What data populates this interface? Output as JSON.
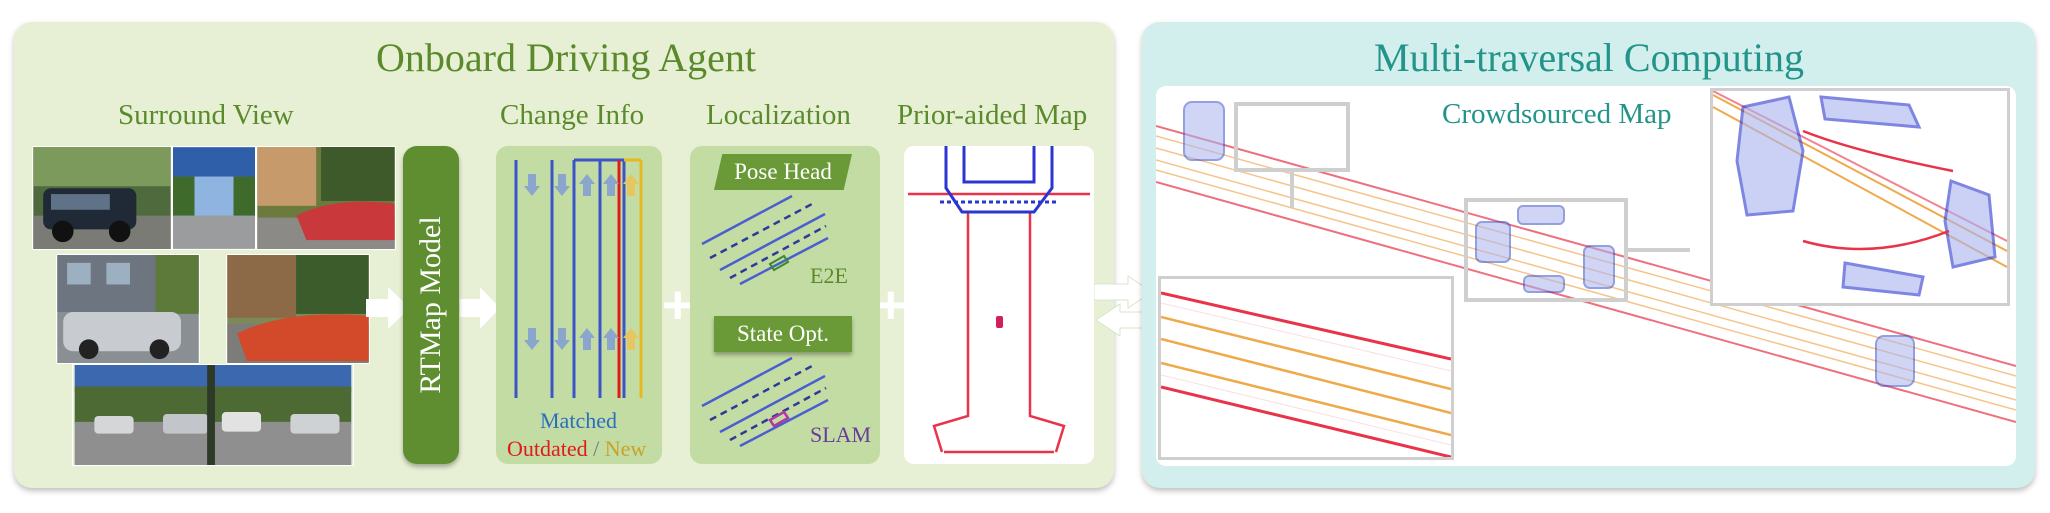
{
  "left_panel": {
    "title": "Onboard Driving Agent",
    "surround_view_label": "Surround View",
    "model_label": "RTMap Model",
    "change_info": {
      "title": "Change Info",
      "matched": "Matched",
      "outdated": "Outdated",
      "separator": " / ",
      "new": "New"
    },
    "localization": {
      "title": "Localization",
      "pose_head": "Pose Head",
      "e2e": "E2E",
      "state_opt": "State Opt.",
      "slam": "SLAM"
    },
    "prior_map_label": "Prior-aided Map",
    "plus": "+"
  },
  "right_panel": {
    "title": "Multi-traversal Computing",
    "map_label": "Crowdsourced Map"
  },
  "colors": {
    "left_title": "#5a8a2b",
    "right_title": "#22948a",
    "matched": "#2a6fbf",
    "outdated": "#e01b1b",
    "new": "#c9a227",
    "slam": "#6a3b9a",
    "lane_blue": "#3b54c8",
    "lane_red": "#e8334a",
    "lane_orange": "#f0a94a"
  }
}
